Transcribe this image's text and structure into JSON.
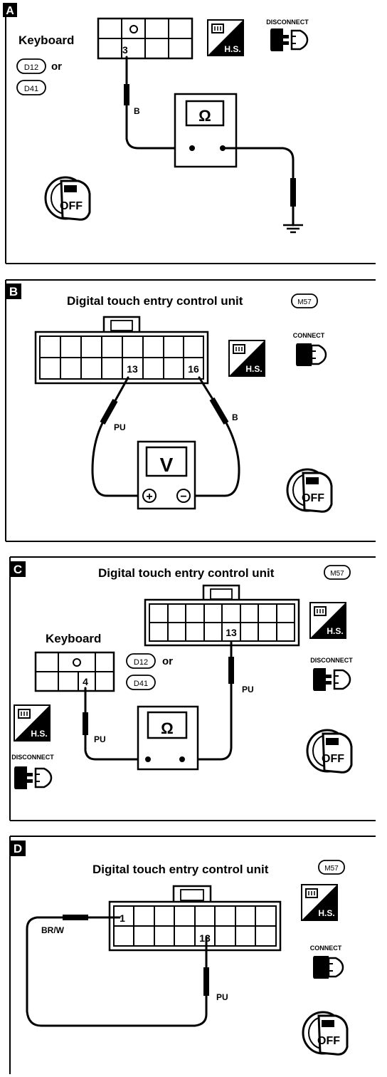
{
  "panels": [
    {
      "letter": "A",
      "labels": {
        "keyboard": "Keyboard",
        "code1": "D12",
        "or": "or",
        "code2": "D41",
        "pin": "3",
        "wire": "B"
      },
      "meter": "Ω",
      "hs": "H.S.",
      "connector_state": "DISCONNECT",
      "key": "OFF"
    },
    {
      "letter": "B",
      "labels": {
        "title": "Digital touch entry control unit",
        "unit_code": "M57",
        "pin1": "13",
        "pin2": "16",
        "wire1": "PU",
        "wire2": "B",
        "plus": "+",
        "minus": "−"
      },
      "meter": "V",
      "hs": "H.S.",
      "connector_state": "CONNECT",
      "key": "OFF"
    },
    {
      "letter": "C",
      "labels": {
        "title": "Digital touch entry control unit",
        "unit_code": "M57",
        "keyboard": "Keyboard",
        "code1": "D12",
        "or": "or",
        "code2": "D41",
        "unit_pin": "13",
        "kb_pin": "4",
        "wire1": "PU",
        "wire2": "PU"
      },
      "meter": "Ω",
      "hs": "H.S.",
      "connector_state": "DISCONNECT",
      "key": "OFF"
    },
    {
      "letter": "D",
      "labels": {
        "title": "Digital touch entry control unit",
        "unit_code": "M57",
        "pin1": "1",
        "pin2": "13",
        "wire1": "BR/W",
        "wire2": "PU"
      },
      "hs": "H.S.",
      "connector_state": "CONNECT",
      "key": "OFF"
    }
  ]
}
